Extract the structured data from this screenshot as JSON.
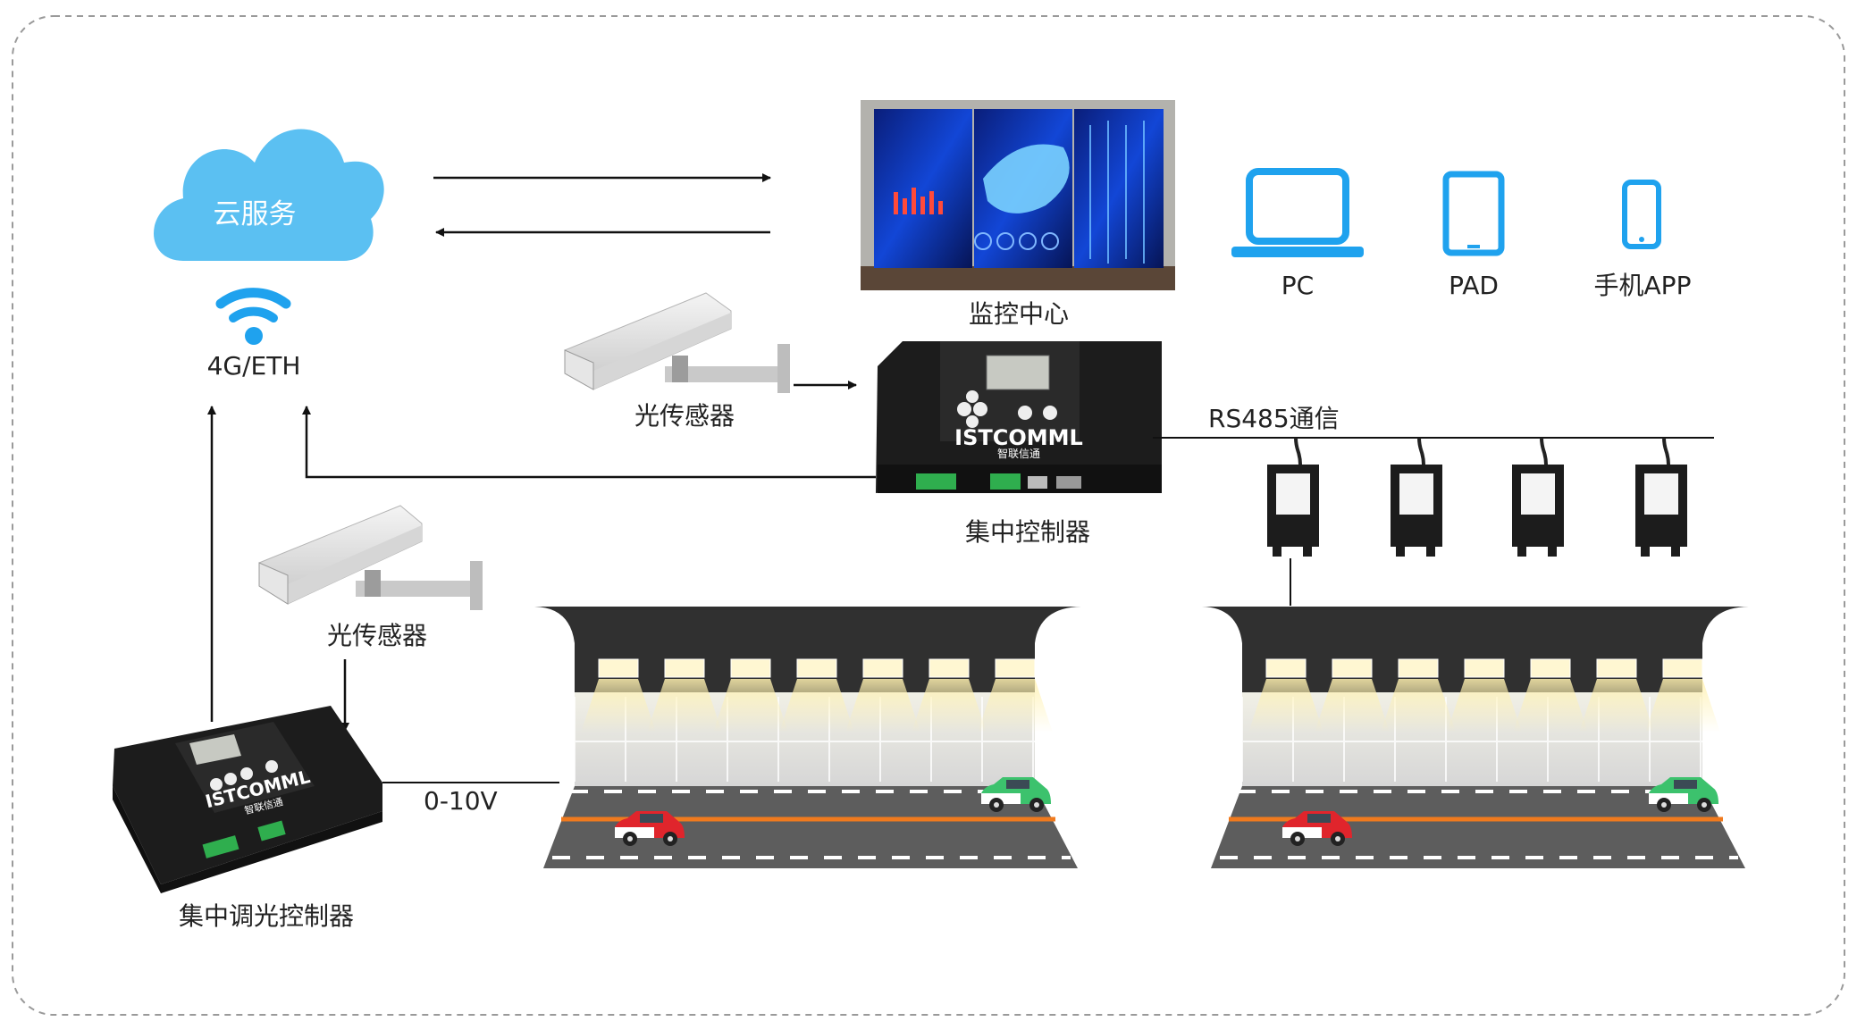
{
  "labels": {
    "cloud": "云服务",
    "network": "4G/ETH",
    "monitor": "监控中心",
    "pc": "PC",
    "pad": "PAD",
    "app": "手机APP",
    "sensor_top": "光传感器",
    "sensor_left": "光传感器",
    "central_controller": "集中控制器",
    "dimming_controller": "集中调光控制器",
    "rs485": "RS485通信",
    "signal": "0-10V"
  },
  "device_branding": {
    "logo_text": "ISTCOMML",
    "brand_cn": "智联信通"
  },
  "colors": {
    "cloud": "#5BC0F2",
    "device_icon": "#1FA2EE",
    "tunnel_lamp": "#FFF7D2",
    "road_centerline": "#F07A1E",
    "car_red": "#E0252C",
    "car_green": "#3CC26D",
    "device_body": "#1c1c1c",
    "terminal_green": "#2fae4e"
  },
  "icons": [
    "cloud-icon",
    "wifi-icon",
    "laptop-icon",
    "tablet-icon",
    "phone-icon",
    "light-sensor-icon",
    "controller-icon",
    "led-driver-icon",
    "tunnel-icon",
    "car-icon"
  ]
}
